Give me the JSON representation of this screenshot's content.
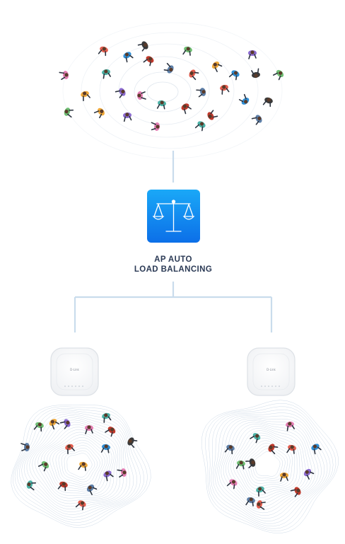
{
  "feature": {
    "label_line1": "AP AUTO",
    "label_line2": "LOAD BALANCING",
    "icon": "balance-scale-icon"
  },
  "access_points": [
    {
      "icon": "ceiling-access-point-icon",
      "brand_text": "D-Link"
    },
    {
      "icon": "ceiling-access-point-icon",
      "brand_text": "D-Link"
    }
  ],
  "colors": {
    "connector": "#c9dcec",
    "icon_gradient_top": "#1aa8f7",
    "icon_gradient_bottom": "#0c6fe8",
    "label": "#2b3a55",
    "wave": "#d7e2ee"
  }
}
